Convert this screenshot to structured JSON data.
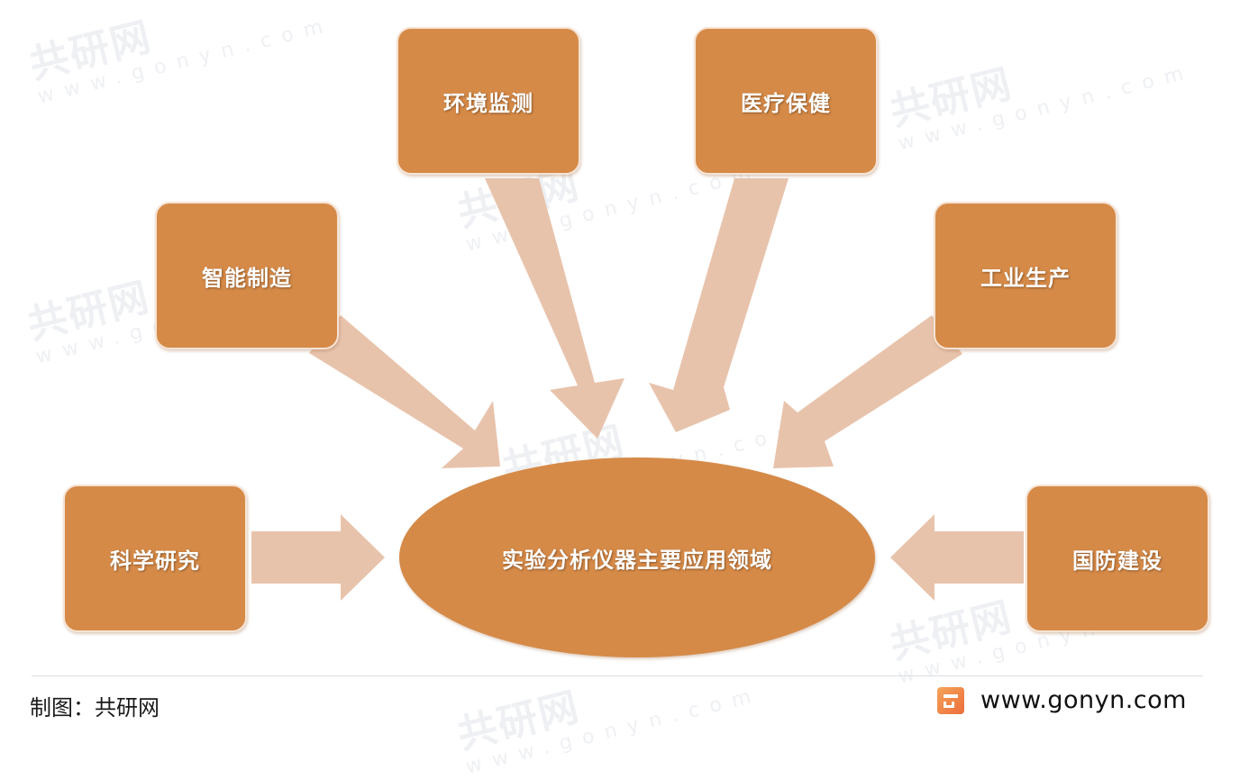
{
  "diagram": {
    "title": "实验分析仪器主要应用领域",
    "center_label": "实验分析仪器主要应用领域",
    "nodes": [
      {
        "id": "env",
        "label": "环境监测"
      },
      {
        "id": "med",
        "label": "医疗保健"
      },
      {
        "id": "smart",
        "label": "智能制造"
      },
      {
        "id": "industry",
        "label": "工业生产"
      },
      {
        "id": "science",
        "label": "科学研究"
      },
      {
        "id": "defense",
        "label": "国防建设"
      }
    ],
    "edges": [
      {
        "from": "env",
        "to": "center"
      },
      {
        "from": "med",
        "to": "center"
      },
      {
        "from": "smart",
        "to": "center"
      },
      {
        "from": "industry",
        "to": "center"
      },
      {
        "from": "science",
        "to": "center"
      },
      {
        "from": "defense",
        "to": "center"
      }
    ]
  },
  "colors": {
    "node_fill": "#d58a48",
    "arrow_fill": "#e8c3ac",
    "text": "#ffffff"
  },
  "watermark": {
    "brand": "共研网",
    "url": "www.gonyn.com"
  },
  "footer": {
    "credit": "制图：共研网",
    "logo_icon": "gonyn-logo-icon",
    "site": "www.gonyn.com"
  }
}
